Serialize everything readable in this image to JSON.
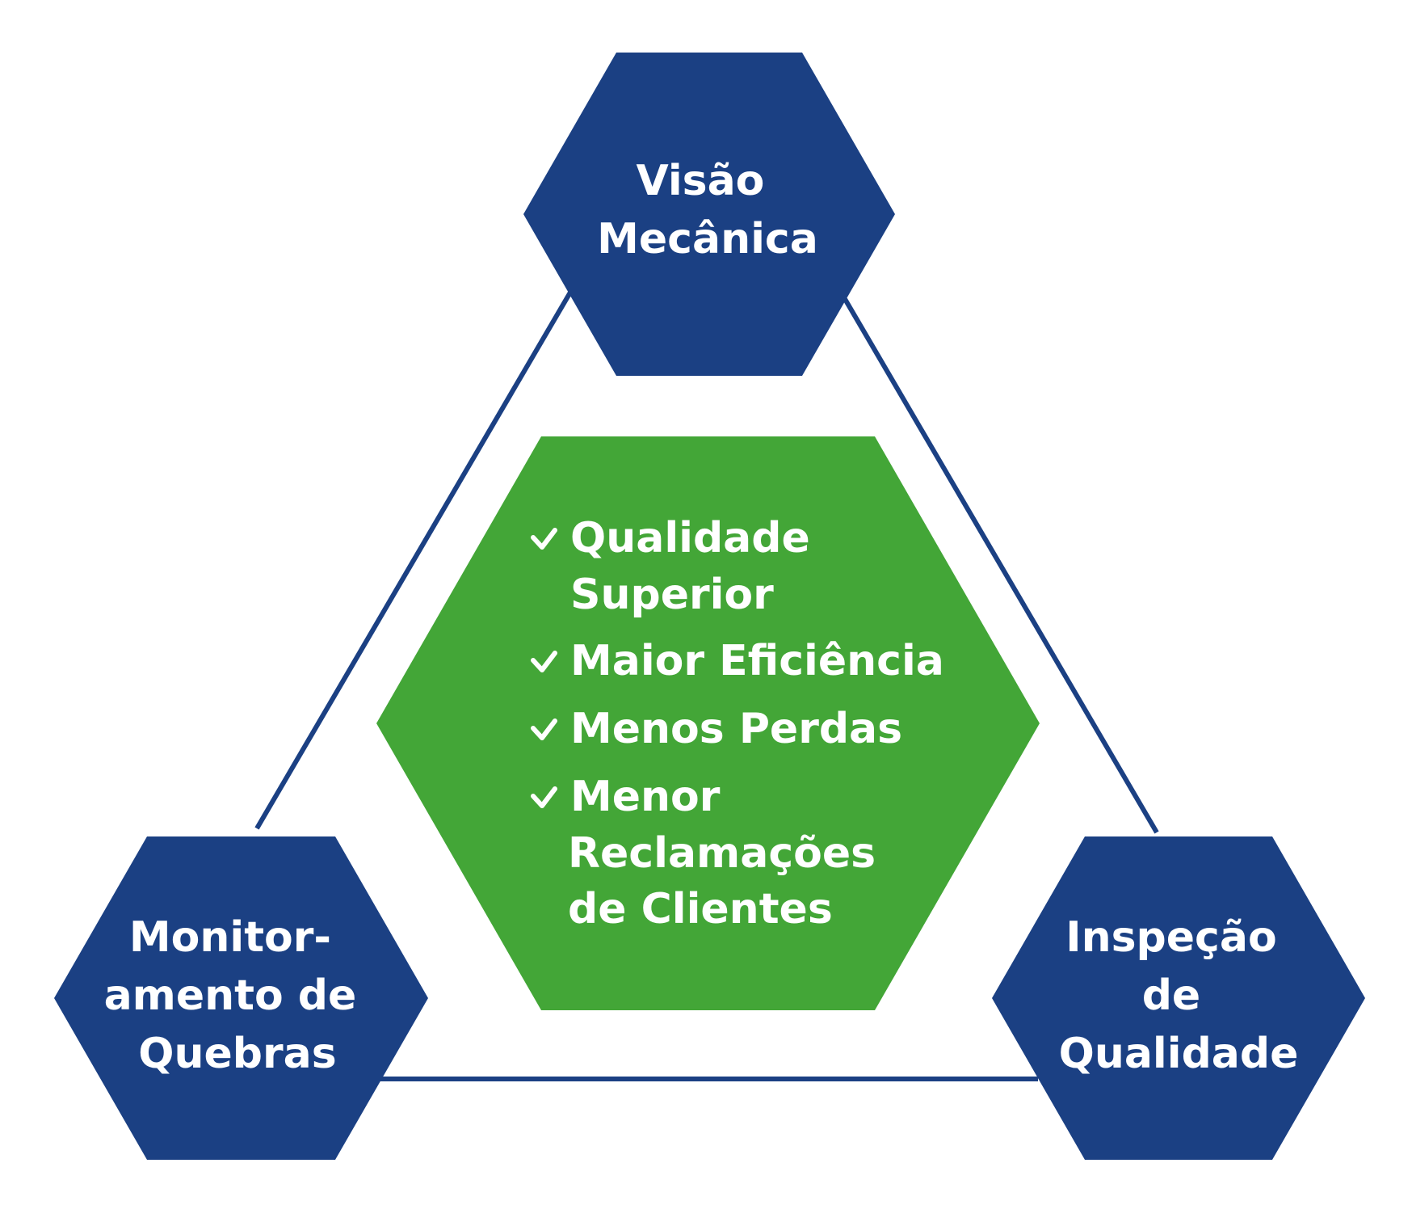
{
  "diagram": {
    "colors": {
      "blue": "#1b4083",
      "green": "#43a637",
      "line": "#1b4083",
      "text": "#ffffff"
    },
    "nodes": {
      "top": {
        "lines": [
          "Visão",
          "Mecânica"
        ]
      },
      "bottom_left": {
        "lines": [
          "Monitor-",
          "amento de",
          "Quebras"
        ]
      },
      "bottom_right": {
        "lines": [
          "Inspeção",
          "de",
          "Qualidade"
        ]
      }
    },
    "center": {
      "icon": "check-icon",
      "benefits": [
        {
          "lines": [
            "Qualidade",
            "Superior"
          ]
        },
        {
          "lines": [
            "Maior Eficiência"
          ]
        },
        {
          "lines": [
            "Menos Perdas"
          ]
        },
        {
          "lines": [
            "Menor",
            "Reclamações",
            "de Clientes"
          ]
        }
      ]
    }
  }
}
